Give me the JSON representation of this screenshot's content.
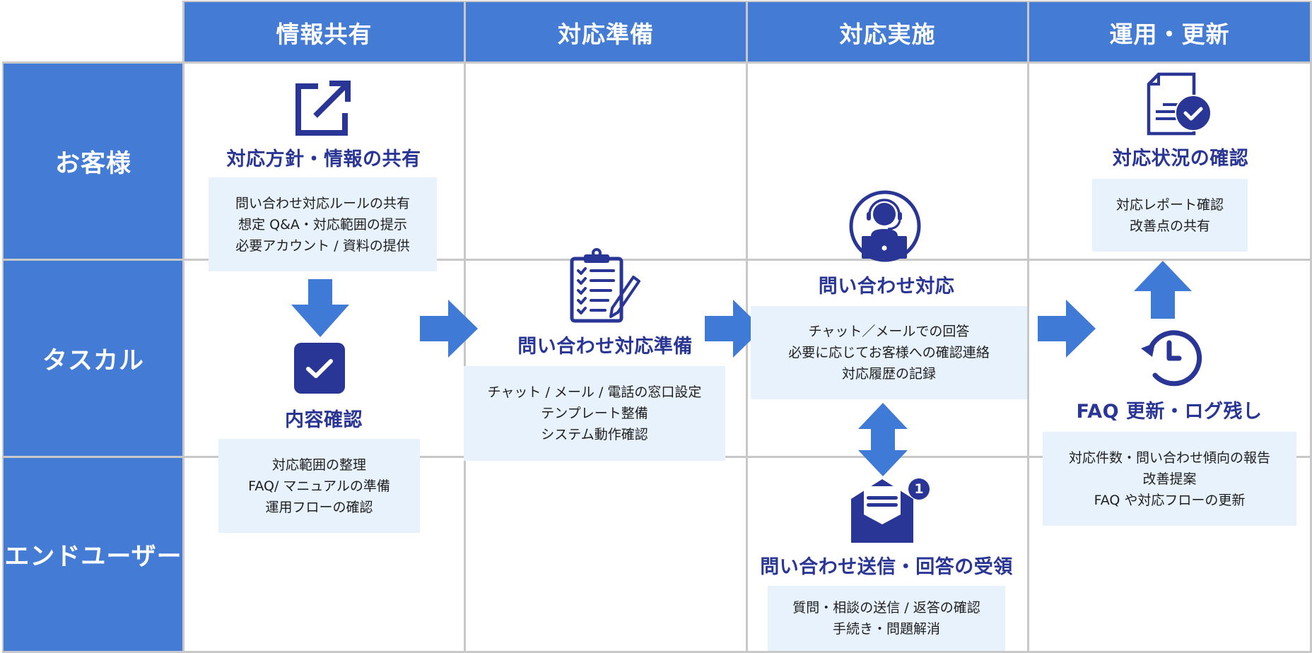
{
  "colors": {
    "header_bg": "#437bd5",
    "arrow": "#3f7ad6",
    "icon": "#2a3696",
    "title_text": "#2a3696",
    "box_bg": "#e8f2fd",
    "grid_line": "#c8c8c8"
  },
  "columns": [
    {
      "label": "情報共有"
    },
    {
      "label": "対応準備"
    },
    {
      "label": "対応実施"
    },
    {
      "label": "運用・更新"
    }
  ],
  "rows": [
    {
      "label": "お客様"
    },
    {
      "label": "タスカル"
    },
    {
      "label": "エンドユーザー"
    }
  ],
  "steps": {
    "share": {
      "icon": "external-link-icon",
      "title": "対応方針・情報の共有",
      "lines": [
        "問い合わせ対応ルールの共有",
        "想定 Q&A・対応範囲の提示",
        "必要アカウント / 資料の提供"
      ]
    },
    "review": {
      "icon": "checkbox-icon",
      "title": "内容確認",
      "lines": [
        "対応範囲の整理",
        "FAQ/ マニュアルの準備",
        "運用フローの確認"
      ]
    },
    "prepare": {
      "icon": "clipboard-checklist-icon",
      "title": "問い合わせ対応準備",
      "lines": [
        "チャット / メール / 電話の窓口設定",
        "テンプレート整備",
        "システム動作確認"
      ]
    },
    "respond": {
      "icon": "support-agent-icon",
      "title": "問い合わせ対応",
      "lines": [
        "チャット／メールでの回答",
        "必要に応じてお客様への確認連絡",
        "対応履歴の記録"
      ]
    },
    "enduser": {
      "icon": "mail-notification-icon",
      "badge": "1",
      "title": "問い合わせ送信・回答の受領",
      "lines": [
        "質問・相談の送信 / 返答の確認",
        "手続き・問題解消"
      ]
    },
    "status": {
      "icon": "document-check-icon",
      "title": "対応状況の確認",
      "lines": [
        "対応レポート確認",
        "改善点の共有"
      ]
    },
    "update": {
      "icon": "history-icon",
      "title": "FAQ 更新・ログ残し",
      "lines": [
        "対応件数・問い合わせ傾向の報告",
        "改善提案",
        "FAQ や対応フローの更新"
      ]
    }
  }
}
